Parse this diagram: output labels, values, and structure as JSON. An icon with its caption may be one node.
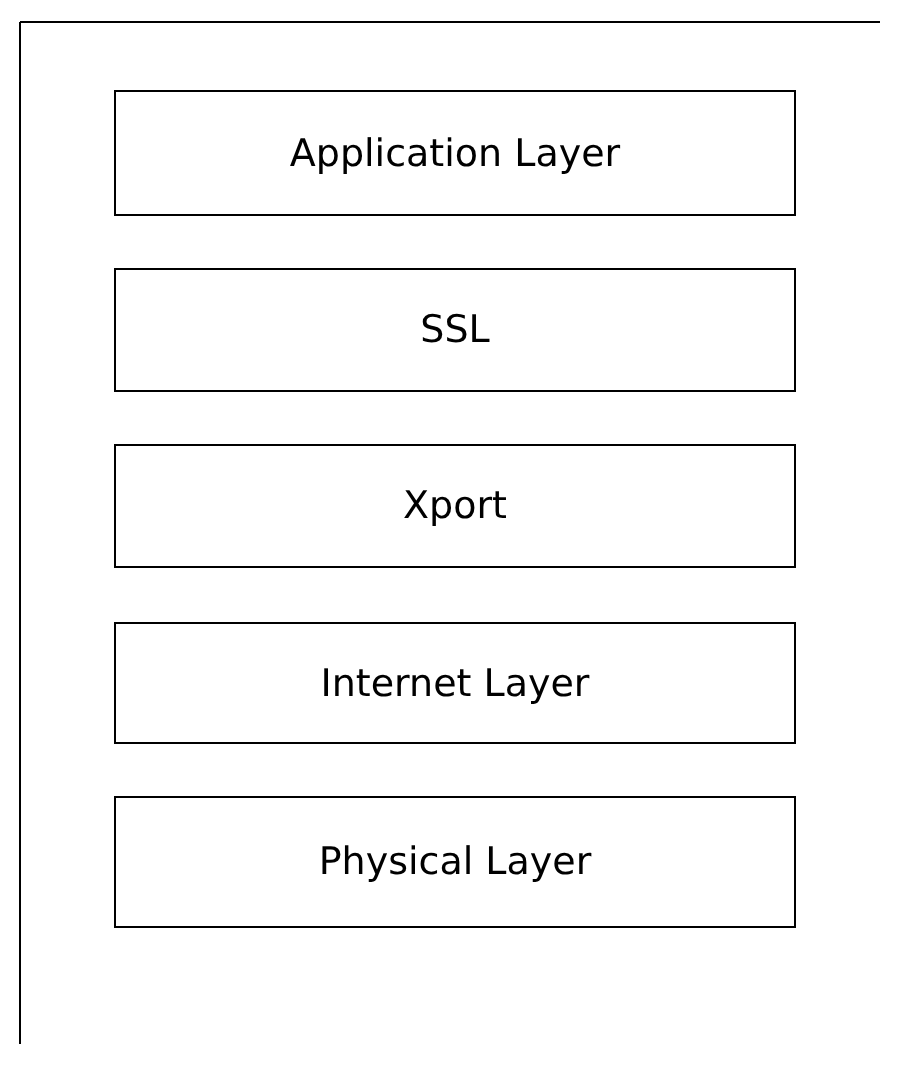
{
  "diagram": {
    "nodes": [
      {
        "text": [
          "Application Layer"
        ]
      },
      {
        "text": [
          "SSL"
        ]
      },
      {
        "text": [
          "Xport"
        ]
      },
      {
        "text": [
          "Internet Layer"
        ]
      },
      {
        "text": [
          "Physical Layer"
        ]
      }
    ]
  }
}
